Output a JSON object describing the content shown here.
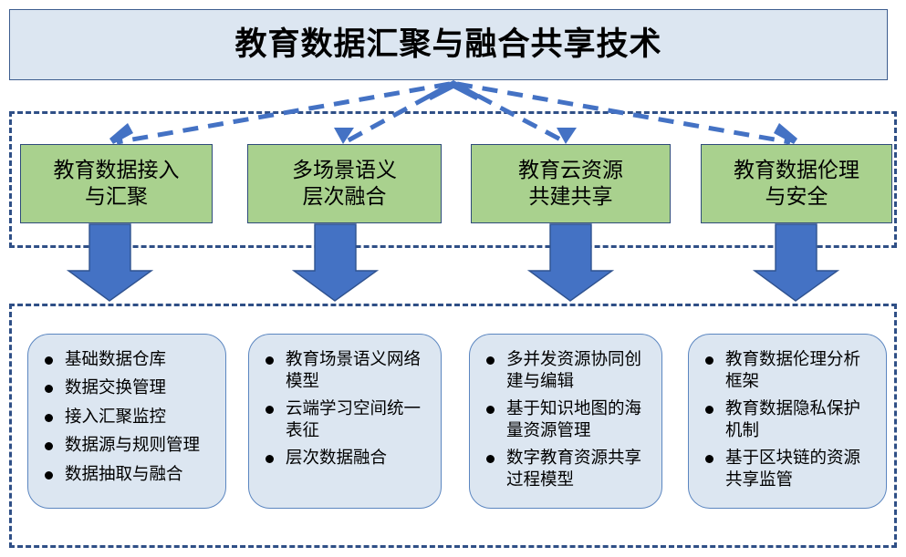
{
  "diagram": {
    "title": "教育数据汇聚与融合共享技术",
    "colors": {
      "title_fill": "#dce6f1",
      "title_border": "#3d5d8f",
      "pillar_fill": "#a9d18e",
      "pillar_border": "#2e4b7a",
      "card_fill": "#dce6f1",
      "card_border": "#5b86c0",
      "arrow_fill": "#4472c4",
      "arrow_border": "#2f528f",
      "dashed_border": "#2f4f86",
      "connector_line": "#4472c4"
    },
    "pillars": [
      {
        "label": "教育数据接入\n与汇聚"
      },
      {
        "label": "多场景语义\n层次融合"
      },
      {
        "label": "教育云资源\n共建共享"
      },
      {
        "label": "教育数据伦理\n与安全"
      }
    ],
    "detail_cards": [
      {
        "items": [
          "基础数据仓库",
          "数据交换管理",
          "接入汇聚监控",
          "数据源与规则管理",
          "数据抽取与融合"
        ]
      },
      {
        "items": [
          "教育场景语义网络模型",
          "云端学习空间统一表征",
          "层次数据融合"
        ]
      },
      {
        "items": [
          "多并发资源协同创建与编辑",
          "基于知识地图的海量资源管理",
          "数字教育资源共享过程模型"
        ]
      },
      {
        "items": [
          "教育数据伦理分析框架",
          "教育数据隐私保护机制",
          "基于区块链的资源共享监管"
        ]
      }
    ],
    "connectors": {
      "fan_apex_label": "converges-to-title-bottom-center",
      "down_arrow_count": 4
    }
  }
}
